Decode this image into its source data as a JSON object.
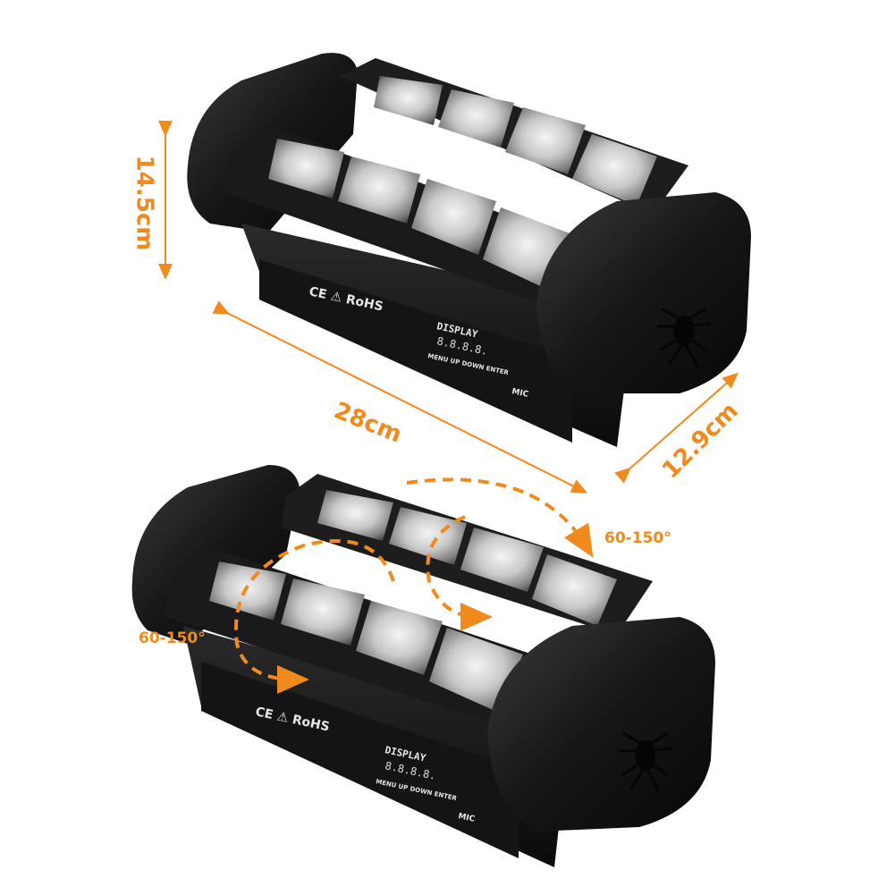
{
  "accent_color": "#f08a1c",
  "dimensions": {
    "height": "14.5cm",
    "length": "28cm",
    "depth": "12.9cm"
  },
  "rotation": {
    "tilt_label": "60-150°",
    "pan_label": "60-150°"
  },
  "fixture_top": {
    "certifications": "CE ⚠ RoHS",
    "display_label": "DISPLAY",
    "display_digits": "8.8.8.8.",
    "buttons": "MENU UP DOWN ENTER",
    "mic_label": "MIC"
  },
  "fixture_bottom": {
    "certifications": "CE ⚠ RoHS",
    "display_label": "DISPLAY",
    "display_digits": "8.8.8.8.",
    "buttons": "MENU UP DOWN ENTER",
    "mic_label": "MIC"
  },
  "icons": [
    "spider-logo-icon",
    "dimension-arrow-icon",
    "rotation-arrow-icon"
  ]
}
